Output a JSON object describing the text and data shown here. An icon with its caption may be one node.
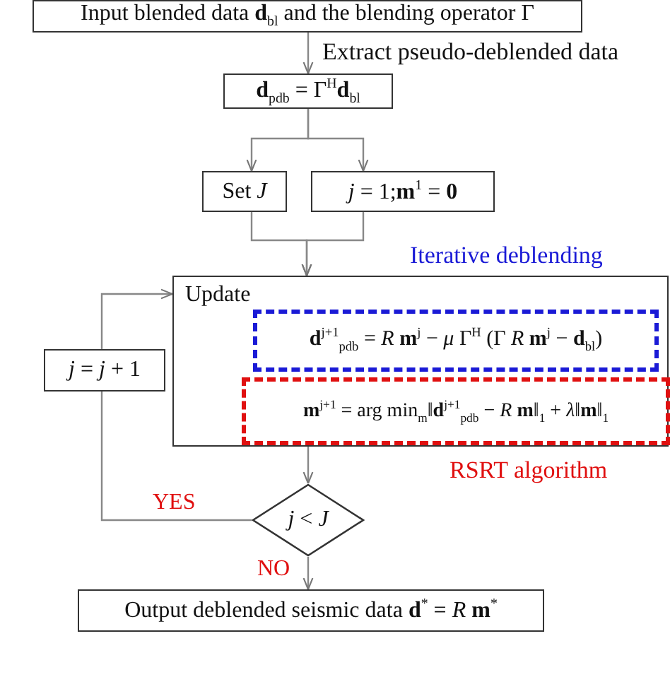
{
  "diagram": {
    "nodes": [
      {
        "text": [
          "Input blended data **d**$_{bl}$ and the blending operator Γ"
        ]
      },
      {
        "text": [
          "**d**$_{pdb}$ = Γ$^{H}$**d**$_{bl}$"
        ]
      },
      {
        "text": [
          "Set *J*"
        ]
      },
      {
        "text": [
          "*j* = 1;**m**$^{1}$ = **0**"
        ]
      },
      {
        "text": [
          "Update"
        ]
      },
      {
        "text": [
          "**d**$^{j+1}$$_{pdb}$ = *R* **m**$^{j}$ − *μ* Γ$^{H}$ (Γ *R* **m**$^{j}$ − **d**$_{bl}$)"
        ],
        "in": 4,
        "beside": [
          "Iterative deblending"
        ]
      },
      {
        "text": [
          "**m**$^{j+1}$ = arg min$_{m}$‖**d**$^{j+1}$$_{pdb}$ − *R* **m**‖$_{1}$ + *λ*‖**m**‖$_{1}$"
        ],
        "in": 4,
        "beside": [
          "RSRT algorithm"
        ]
      },
      {
        "text": [
          "*j* = *j* + 1"
        ]
      },
      {
        "text": [
          "*j* < *J*"
        ]
      },
      {
        "text": [
          "Output deblended seismic data **d**$^{*}$ = *R* **m**$^{*}$"
        ]
      }
    ],
    "edges": [
      {
        "from": 0,
        "to": 1,
        "arrow": "to",
        "label": "Extract pseudo-deblended data"
      },
      {
        "from": 1,
        "to": 2,
        "arrow": "to"
      },
      {
        "from": 1,
        "to": 3,
        "arrow": "to"
      },
      {
        "from": 2,
        "to": 4,
        "arrow": "to"
      },
      {
        "from": 3,
        "to": 4,
        "arrow": "to"
      },
      {
        "from": 4,
        "to": 8,
        "arrow": "to"
      },
      {
        "from": 8,
        "to": 7,
        "arrow": "none",
        "label": "YES"
      },
      {
        "from": 7,
        "to": 4,
        "arrow": "to"
      },
      {
        "from": 8,
        "to": 9,
        "arrow": "to",
        "label": "NO"
      }
    ]
  }
}
